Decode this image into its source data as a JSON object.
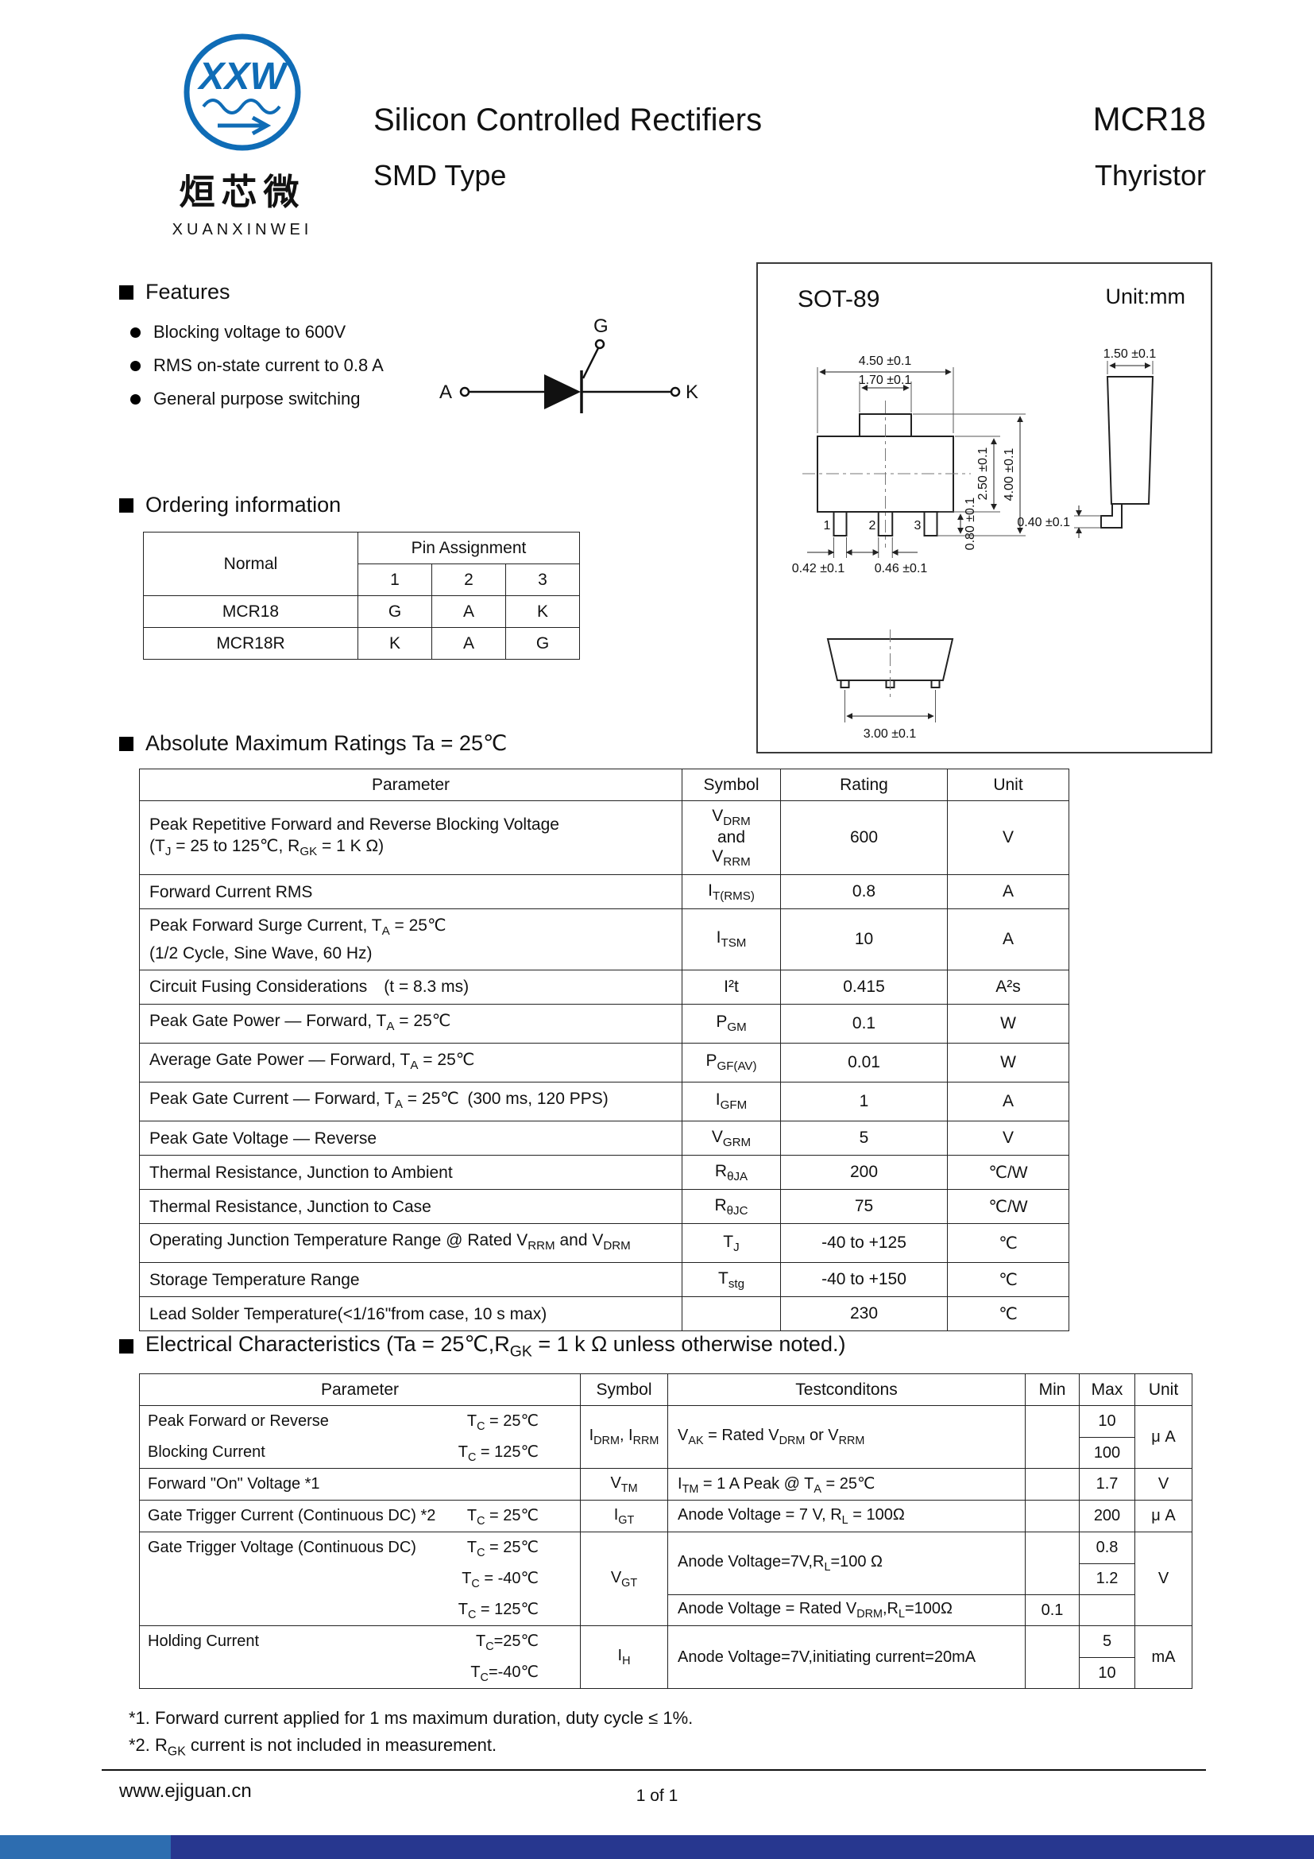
{
  "colors": {
    "logo_blue": "#0f6cb6",
    "bar_left": "#2d6db0",
    "bar_main": "#27378f"
  },
  "logo": {
    "xxw": "XXW",
    "cn": "烜芯微",
    "en": "XUANXINWEI"
  },
  "header": {
    "title": "Silicon Controlled Rectifiers",
    "part": "MCR18",
    "subtitle": "SMD Type",
    "type": "Thyristor"
  },
  "features": {
    "heading": "Features",
    "items": [
      "Blocking voltage to 600V",
      "RMS on-state current to 0.8 A",
      "General purpose switching"
    ]
  },
  "symbol": {
    "anode": "A",
    "gate": "G",
    "cathode": "K"
  },
  "package": {
    "name": "SOT-89",
    "unit": "Unit:mm",
    "pins": [
      "1",
      "2",
      "3"
    ],
    "dims": {
      "body_w": "4.50 ±0.1",
      "tab_w": "1.70 ±0.1",
      "body_h": "2.50 ±0.1",
      "total_h": "4.00 ±0.1",
      "lead1_w": "0.42 ±0.1",
      "lead2_w": "0.46 ±0.1",
      "lead_len": "0.80 ±0.1",
      "side_w": "1.50 ±0.1",
      "lead_th": "0.40 ±0.1",
      "bottom_w": "3.00 ±0.1"
    }
  },
  "ordering": {
    "heading": "Ordering information",
    "normal_label": "Normal",
    "pin_label": "Pin Assignment",
    "pin_cols": [
      "1",
      "2",
      "3"
    ],
    "rows": [
      {
        "name": "MCR18",
        "pins": [
          "G",
          "A",
          "K"
        ]
      },
      {
        "name": "MCR18R",
        "pins": [
          "K",
          "A",
          "G"
        ]
      }
    ]
  },
  "amr": {
    "heading": "Absolute Maximum Ratings Ta = 25℃",
    "headers": [
      "Parameter",
      "Symbol",
      "Rating",
      "Unit"
    ],
    "rows": [
      {
        "param": [
          "Peak Repetitive Forward and Reverse Blocking Voltage",
          "(T{J} = 25 to 125℃, R{GK} = 1 K Ω)"
        ],
        "symbol": "V{DRM}\nand\nV{RRM}",
        "rating": "600",
        "unit": "V"
      },
      {
        "param": [
          "Forward Current RMS"
        ],
        "symbol": "I{T(RMS)}",
        "rating": "0.8",
        "unit": "A"
      },
      {
        "param": [
          "Peak Forward Surge Current, T{A} = 25℃",
          "(1/2 Cycle, Sine Wave, 60 Hz)"
        ],
        "symbol": "I{TSM}",
        "rating": "10",
        "unit": "A"
      },
      {
        "param": [
          "Circuit Fusing Considerations (t = 8.3 ms)"
        ],
        "symbol": "I²t",
        "rating": "0.415",
        "unit": "A²s"
      },
      {
        "param": [
          "Peak Gate Power — Forward, T{A} = 25℃"
        ],
        "symbol": "P{GM}",
        "rating": "0.1",
        "unit": "W"
      },
      {
        "param": [
          "Average Gate Power — Forward, T{A} = 25℃"
        ],
        "symbol": "P{GF(AV)}",
        "rating": "0.01",
        "unit": "W"
      },
      {
        "param": [
          "Peak Gate Current — Forward, T{A} = 25℃ (300 ms, 120 PPS)"
        ],
        "symbol": "I{GFM}",
        "rating": "1",
        "unit": "A"
      },
      {
        "param": [
          "Peak Gate Voltage — Reverse"
        ],
        "symbol": "V{GRM}",
        "rating": "5",
        "unit": "V"
      },
      {
        "param": [
          "Thermal Resistance, Junction to Ambient"
        ],
        "symbol": "R{θJA}",
        "rating": "200",
        "unit": "℃/W"
      },
      {
        "param": [
          "Thermal Resistance, Junction to Case"
        ],
        "symbol": "R{θJC}",
        "rating": "75",
        "unit": "℃/W"
      },
      {
        "param": [
          "Operating Junction Temperature Range @ Rated V{RRM} and V{DRM}"
        ],
        "symbol": "T{J}",
        "rating": "-40 to +125",
        "unit": "℃"
      },
      {
        "param": [
          "Storage Temperature Range"
        ],
        "symbol": "T{stg}",
        "rating": "-40 to +150",
        "unit": "℃"
      },
      {
        "param": [
          "Lead Solder Temperature(<1/16\"from case, 10 s max)"
        ],
        "symbol": "",
        "rating": "230",
        "unit": "℃"
      }
    ]
  },
  "ec": {
    "heading": "Electrical Characteristics (Ta = 25℃,R{GK} = 1 k Ω unless otherwise noted.)",
    "headers": [
      "Parameter",
      "Symbol",
      "Testconditons",
      "Min",
      "Max",
      "Unit"
    ],
    "rows": [
      [
        {
          "k": "param",
          "rs": 2,
          "lines": [
            [
              "Peak Forward or Reverse",
              "T{C} = 25℃"
            ],
            [
              "Blocking Current",
              "T{C} = 125℃"
            ]
          ]
        },
        {
          "k": "sym",
          "rs": 2,
          "t": "I{DRM}, I{RRM}"
        },
        {
          "k": "cond",
          "rs": 2,
          "t": "V{AK} = Rated V{DRM} or V{RRM}"
        },
        {
          "k": "min",
          "rs": 2,
          "t": ""
        },
        {
          "k": "max",
          "t": "10"
        },
        {
          "k": "unit",
          "rs": 2,
          "t": "μ A"
        }
      ],
      [
        {
          "k": "max",
          "t": "100"
        }
      ],
      [
        {
          "k": "param",
          "lines": [
            [
              "Forward \"On\" Voltage  *1",
              ""
            ]
          ]
        },
        {
          "k": "sym",
          "t": "V{TM}"
        },
        {
          "k": "cond",
          "t": "I{TM} = 1 A Peak @ T{A} = 25℃"
        },
        {
          "k": "min",
          "t": ""
        },
        {
          "k": "max",
          "t": "1.7"
        },
        {
          "k": "unit",
          "t": "V"
        }
      ],
      [
        {
          "k": "param",
          "lines": [
            [
              "Gate Trigger Current (Continuous DC) *2",
              "T{C} = 25℃"
            ]
          ]
        },
        {
          "k": "sym",
          "t": "I{GT}"
        },
        {
          "k": "cond",
          "t": "Anode Voltage = 7 V, R{L} = 100Ω"
        },
        {
          "k": "min",
          "t": ""
        },
        {
          "k": "max",
          "t": "200"
        },
        {
          "k": "unit",
          "t": "μ A"
        }
      ],
      [
        {
          "k": "param",
          "rs": 3,
          "lines": [
            [
              "Gate Trigger Voltage (Continuous DC)",
              "T{C} = 25℃"
            ],
            [
              "",
              "T{C} = -40℃"
            ],
            [
              "",
              "T{C} = 125℃"
            ]
          ]
        },
        {
          "k": "sym",
          "rs": 3,
          "t": "V{GT}"
        },
        {
          "k": "cond",
          "rs": 2,
          "t": "Anode Voltage=7V,R{L}=100 Ω"
        },
        {
          "k": "min",
          "rs": 2,
          "t": ""
        },
        {
          "k": "max",
          "t": "0.8"
        },
        {
          "k": "unit",
          "rs": 3,
          "t": "V"
        }
      ],
      [
        {
          "k": "max",
          "t": "1.2"
        }
      ],
      [
        {
          "k": "cond",
          "t": "Anode Voltage = Rated V{DRM},R{L}=100Ω"
        },
        {
          "k": "min",
          "t": "0.1"
        },
        {
          "k": "max",
          "t": ""
        }
      ],
      [
        {
          "k": "param",
          "rs": 2,
          "lines": [
            [
              "Holding Current",
              "T{C}=25℃"
            ],
            [
              "",
              "T{C}=-40℃"
            ]
          ]
        },
        {
          "k": "sym",
          "rs": 2,
          "t": "I{H}"
        },
        {
          "k": "cond",
          "rs": 2,
          "t": "Anode Voltage=7V,initiating current=20mA"
        },
        {
          "k": "min",
          "rs": 2,
          "t": ""
        },
        {
          "k": "max",
          "t": "5"
        },
        {
          "k": "unit",
          "rs": 2,
          "t": "mA"
        }
      ],
      [
        {
          "k": "max",
          "t": "10"
        }
      ]
    ]
  },
  "notes": [
    "*1. Forward current applied for 1 ms maximum duration, duty cycle ≤ 1%.",
    "*2. R{GK} current is not included in measurement."
  ],
  "footer": {
    "url": "www.ejiguan.cn",
    "page": "1 of 1"
  }
}
